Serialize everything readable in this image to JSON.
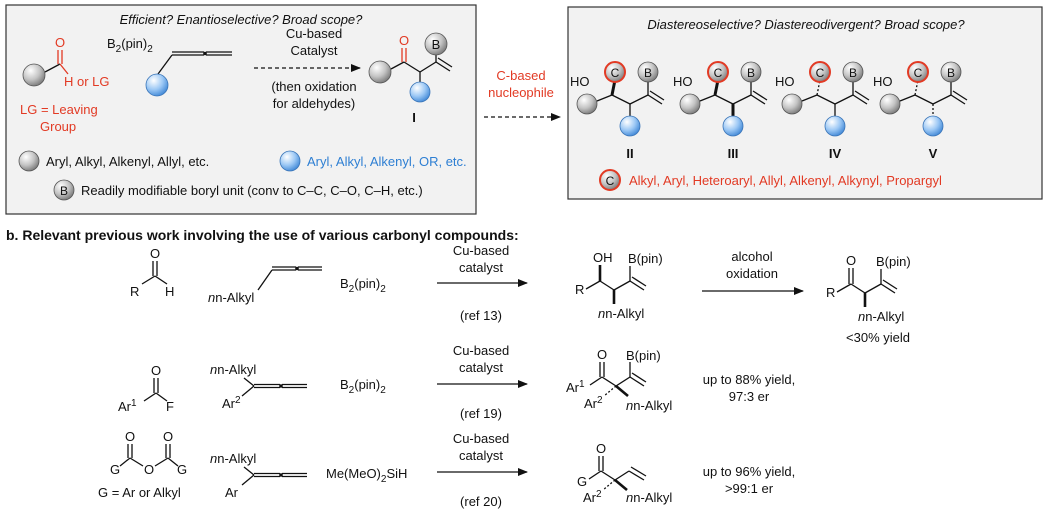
{
  "panel_a": {
    "left_box": {
      "header": "Efficient? Enantioselective? Broad scope?",
      "reagent_b2pin2": "B",
      "reagent_b2pin2_sub": "2",
      "reagent_b2pin2_tail": "(pin)",
      "reagent_b2pin2_tail_sub": "2",
      "carbonyl_O": "O",
      "h_or_lg": "H or LG",
      "lg_def_line1": "LG = Leaving",
      "lg_def_line2": "Group",
      "catalyst_line1": "Cu-based",
      "catalyst_line2": "Catalyst",
      "note_line1": "(then oxidation",
      "note_line2": "for aldehydes)",
      "product_O": "O",
      "product_B": "B",
      "product_label": "I",
      "legend_gray": "Aryl, Alkyl, Alkenyl, Allyl, etc.",
      "legend_blue": "Aryl, Alkyl, Alkenyl, OR, etc.",
      "legend_boryl_symbol": "B",
      "legend_boryl": "Readily modifiable boryl unit (conv to C–C, C–O, C–H, etc.)"
    },
    "mid_arrow_line1": "C-based",
    "mid_arrow_line2": "nucleophile",
    "right_box": {
      "header": "Diastereoselective? Diastereodivergent? Broad scope?",
      "ho": "HO",
      "c": "C",
      "b": "B",
      "labels": [
        "II",
        "III",
        "IV",
        "V"
      ],
      "legend_c_symbol": "C",
      "legend_c": "Alkyl, Aryl, Heteroaryl, Allyl, Alkenyl, Alkynyl, Propargyl"
    }
  },
  "panel_b": {
    "title": "b. Relevant previous work involving the use of various carbonyl compounds:",
    "rows": [
      {
        "sub_R": "R",
        "sub_H": "H",
        "sub_O": "O",
        "allene_sub": "n-Alkyl",
        "reagent": "B",
        "reagent_sub": "2",
        "reagent_tail": "(pin)",
        "reagent_tail_sub": "2",
        "arrow_top1": "Cu-based",
        "arrow_top2": "catalyst",
        "arrow_bottom": "(ref 13)",
        "prod_OH": "OH",
        "prod_Bpin": "B(pin)",
        "prod_R": "R",
        "prod_alkyl": "n-Alkyl",
        "step2_top1": "alcohol",
        "step2_top2": "oxidation",
        "final_O": "O",
        "final_Bpin": "B(pin)",
        "final_R": "R",
        "final_alkyl": "n-Alkyl",
        "result": "<30% yield"
      },
      {
        "sub_Ar": "Ar",
        "sub_Ar_sup": "1",
        "sub_F": "F",
        "sub_O": "O",
        "allene_sub1": "n-Alkyl",
        "allene_sub2": "Ar",
        "allene_sub2_sup": "2",
        "reagent": "B",
        "reagent_sub": "2",
        "reagent_tail": "(pin)",
        "reagent_tail_sub": "2",
        "arrow_top1": "Cu-based",
        "arrow_top2": "catalyst",
        "arrow_bottom": "(ref 19)",
        "prod_O": "O",
        "prod_Bpin": "B(pin)",
        "prod_Ar1": "Ar",
        "prod_Ar1_sup": "1",
        "prod_Ar2": "Ar",
        "prod_Ar2_sup": "2",
        "prod_alkyl": "n-Alkyl",
        "result_line1": "up to 88% yield,",
        "result_line2": "97:3 er"
      },
      {
        "sub_G": "G",
        "sub_O": "O",
        "sub_G_def": "G = Ar or Alkyl",
        "allene_sub1": "n-Alkyl",
        "allene_sub2": "Ar",
        "reagent": "Me(MeO)",
        "reagent_sub": "2",
        "reagent_tail": "SiH",
        "arrow_top1": "Cu-based",
        "arrow_top2": "catalyst",
        "arrow_bottom": "(ref 20)",
        "prod_O": "O",
        "prod_G": "G",
        "prod_Ar": "Ar",
        "prod_Ar_sup": "2",
        "prod_alkyl": "n-Alkyl",
        "result_line1": "up to 96% yield,",
        "result_line2": ">99:1 er"
      }
    ]
  }
}
